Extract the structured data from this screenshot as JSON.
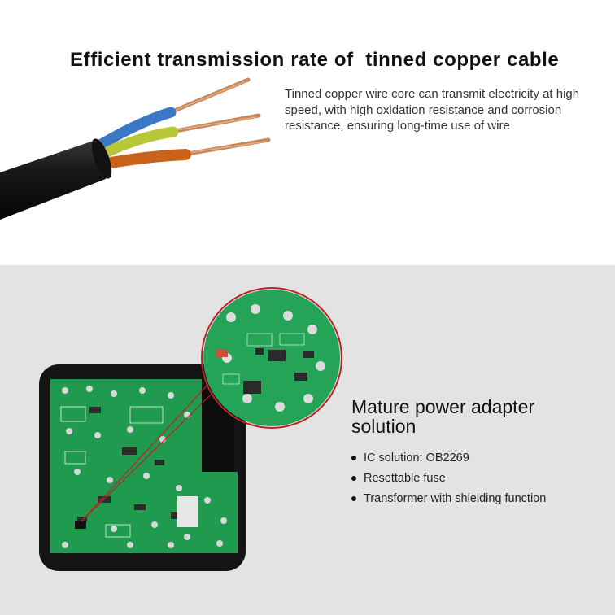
{
  "banner": {
    "headline": "Efficient transmission rate of  tinned copper cable",
    "description": "Tinned copper wire core can transmit electricity at high speed, with high oxidation resistance and corrosion resistance, ensuring long-time use of wire"
  },
  "adapter": {
    "title": "Mature power adapter solution",
    "features": [
      "IC solution: OB2269",
      "Resettable fuse",
      "Transformer with shielding function"
    ]
  },
  "icons": {
    "cable": "tinned-copper-cable-icon",
    "board": "pcb-board-icon",
    "zoom": "pcb-zoom-detail-icon",
    "bullet": "bullet-dot-icon"
  },
  "colors": {
    "background_top": "#ffffff",
    "background_bottom": "#e3e3e3",
    "jacket": "#151515",
    "wire_blue": "#3a78c6",
    "wire_yellow_green": "#b8c83a",
    "wire_orange": "#c7631a",
    "copper": "#c9885a",
    "pcb_green": "#1f9a4e",
    "zoom_ring": "#c0202a"
  }
}
